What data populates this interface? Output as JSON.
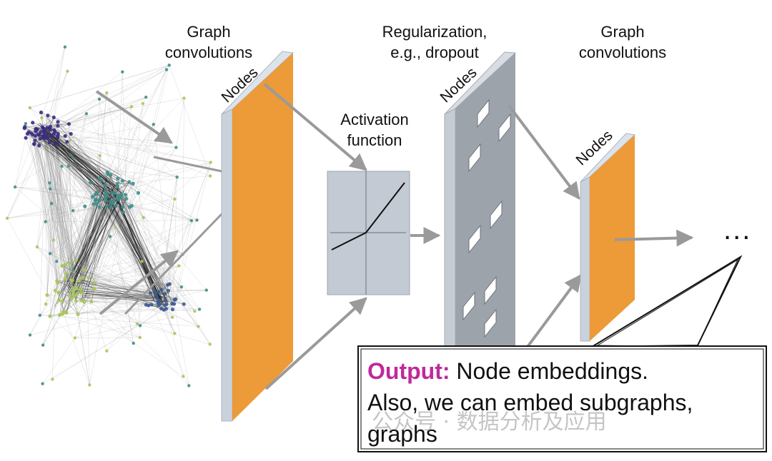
{
  "labels": {
    "graph_conv_1": [
      "Graph",
      "convolutions"
    ],
    "regularization": [
      "Regularization,",
      "e.g., dropout"
    ],
    "graph_conv_2": [
      "Graph",
      "convolutions"
    ],
    "activation": [
      "Activation",
      "function"
    ],
    "nodes": "Nodes",
    "ellipsis": "..."
  },
  "callout": {
    "keyword": "Output:",
    "line1_rest": " Node embeddings.",
    "line2": "Also, we can embed subgraphs,",
    "line3": "graphs"
  },
  "watermark": "公众号 · 数据分析及应用",
  "colors": {
    "layer_face": "#ED9A38",
    "layer_edge": "#C9D2DC",
    "dropout_face": "#9CA3AB",
    "dropout_edge": "#C5CCD4",
    "activation_box": "#C3CAD3",
    "arrow": "#9A9A9A",
    "output_keyword": "#C0299A",
    "cluster_purple": "#3A2D7F",
    "cluster_teal": "#3E8E8A",
    "cluster_lime": "#A8C65A",
    "cluster_blue": "#3D5A8E"
  }
}
